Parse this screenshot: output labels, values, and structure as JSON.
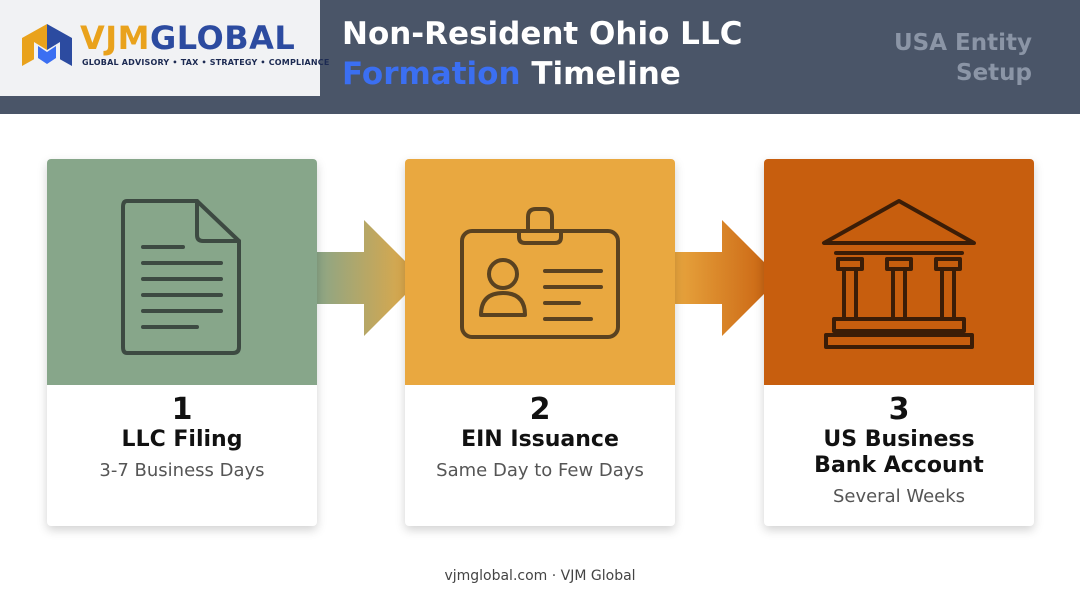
{
  "header": {
    "logo": {
      "word_a": "VJM",
      "word_b": "GLOBAL",
      "tagline": "GLOBAL ADVISORY • TAX • STRATEGY • COMPLIANCE"
    },
    "title_line1": "Non-Resident Ohio LLC",
    "title_highlight": "Formation",
    "title_rest": " Timeline",
    "side_tag_line1": "USA Entity",
    "side_tag_line2": "Setup"
  },
  "steps": [
    {
      "number": "1",
      "title_line1": "LLC Filing",
      "title_line2": "",
      "time": "3-7 Business Days",
      "color": "#87a68a",
      "icon": "document-icon"
    },
    {
      "number": "2",
      "title_line1": "EIN Issuance",
      "title_line2": "",
      "time": "Same Day to Few Days",
      "color": "#e9a840",
      "icon": "id-badge-icon"
    },
    {
      "number": "3",
      "title_line1": "US Business",
      "title_line2": "Bank Account",
      "time": "Several Weeks",
      "color": "#c75e0e",
      "icon": "bank-icon"
    }
  ],
  "footer": "vjmglobal.com · VJM Global"
}
